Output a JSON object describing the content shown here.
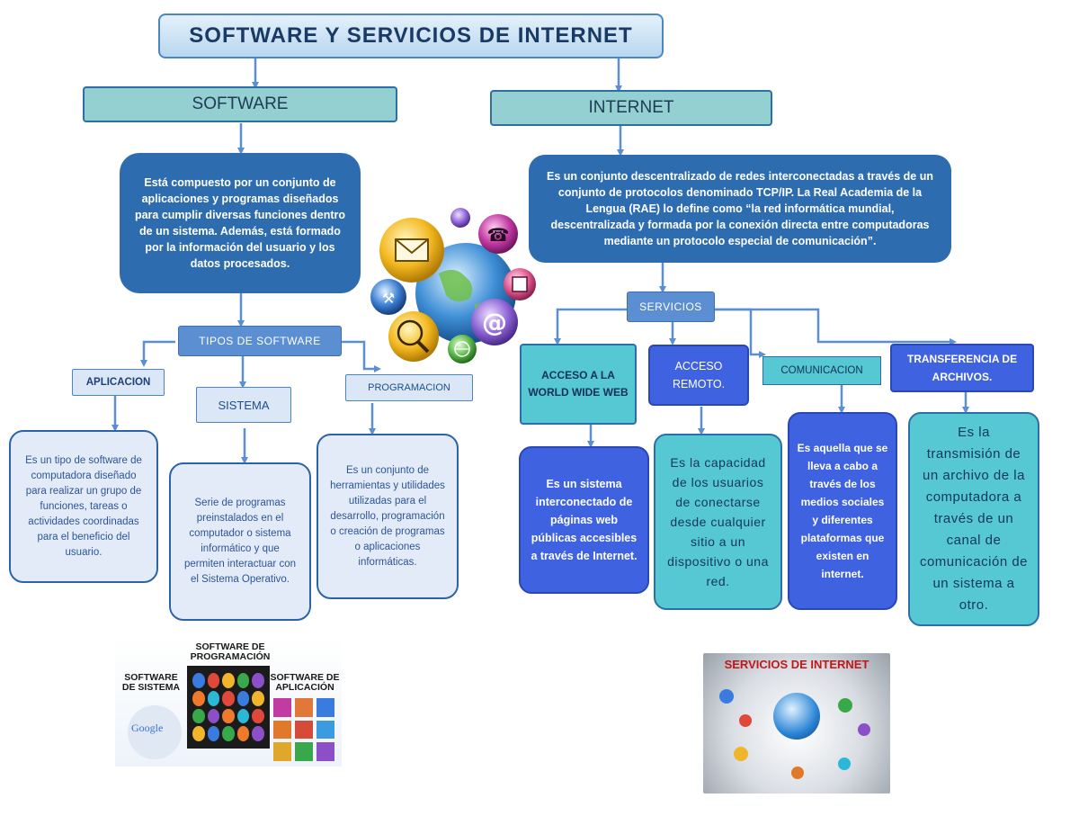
{
  "title": "SOFTWARE Y SERVICIOS DE INTERNET",
  "software": {
    "header": "SOFTWARE",
    "description": "Está compuesto por un conjunto de aplicaciones y programas diseñados para cumplir diversas funciones dentro de un sistema. Además, está formado por la información del usuario y los datos procesados.",
    "types_label": "TIPOS DE SOFTWARE",
    "aplicacion": {
      "label": "APLICACION",
      "text": "Es un tipo de software de computadora diseñado para realizar un grupo de funciones, tareas o actividades coordinadas para el beneficio del usuario."
    },
    "sistema": {
      "label": "SISTEMA",
      "text": "Serie de programas preinstalados en el computador o sistema informático y que permiten interactuar con el Sistema Operativo."
    },
    "programacion": {
      "label": "PROGRAMACION",
      "text": "Es un conjunto de herramientas y utilidades utilizadas para el desarrollo, programación o creación de programas o aplicaciones informáticas."
    }
  },
  "internet": {
    "header": "INTERNET",
    "description": "Es un conjunto descentralizado de redes interconectadas a través de un conjunto de protocolos denominado TCP/IP. La Real Academia de la Lengua (RAE) lo define como “la red informática mundial, descentralizada y formada por la conexión directa entre computadoras mediante un protocolo especial de comunicación”.",
    "services_label": "SERVICIOS",
    "www": {
      "label": "ACCESO A LA WORLD WIDE WEB",
      "text": "Es un sistema interconectado de páginas web públicas accesibles a través de Internet."
    },
    "remoto": {
      "label": "ACCESO REMOTO.",
      "text": "Es la capacidad de los usuarios de conectarse desde cualquier sitio a un dispositivo o una red."
    },
    "comunicacion": {
      "label": "COMUNICACION",
      "text": "Es aquella que se lleva a cabo a través de los medios sociales y diferentes plataformas que existen en internet."
    },
    "transferencia": {
      "label": "TRANSFERENCIA DE ARCHIVOS.",
      "text": "Es la transmisión de un archivo de la computadora a través de un canal de comunicación de un sistema a otro."
    }
  },
  "software_image": {
    "label_programacion": "SOFTWARE DE PROGRAMACIÓN",
    "label_sistema": "SOFTWARE DE SISTEMA",
    "label_aplicacion": "SOFTWARE DE APLICACIÓN",
    "google": "Google"
  },
  "internet_image": {
    "label": "SERVICIOS DE INTERNET"
  },
  "colors": {
    "line": "#5b8fd1",
    "dark_blue": "#2e6cb0",
    "teal": "#94cfd1",
    "cyan": "#55c8d3",
    "blue_fill": "#3f62e0"
  }
}
